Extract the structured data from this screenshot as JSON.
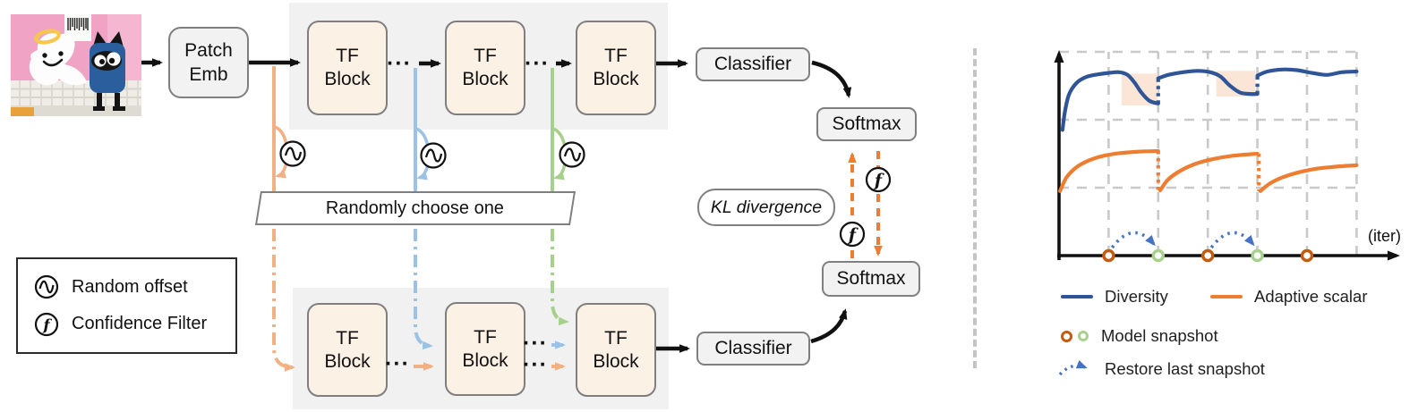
{
  "figure": {
    "left": {
      "patch_emb": {
        "line1": "Patch",
        "line2": "Emb"
      },
      "tf_block": {
        "line1": "TF",
        "line2": "Block"
      },
      "classifier_label": "Classifier",
      "softmax_label": "Softmax",
      "kl_divergence_label": "KL divergence",
      "randomly_choose_label": "Randomly choose one",
      "ellipsis": "···",
      "f_glyph": "f",
      "legend": {
        "random_offset": "Random offset",
        "confidence_filter": "Confidence Filter"
      }
    },
    "right": {
      "iter_label": "(iter)",
      "legend": {
        "diversity": "Diversity",
        "adaptive_scalar": "Adaptive scalar",
        "model_snapshot": "Model snapshot",
        "restore_last_snapshot": "Restore last snapshot"
      }
    }
  },
  "colors": {
    "diversity_blue": "#2F5597",
    "adaptive_orange": "#ED7D31",
    "restore_blue": "#4472C4",
    "snapshot_orange": "#C55A11",
    "snapshot_green": "#A9D18E",
    "offset_orange": "#F3B183",
    "offset_blue": "#9CC3E5",
    "offset_green": "#A8D08D",
    "highlight_peach": "#FBE5D6"
  },
  "chart_data": {
    "type": "line",
    "xlabel": "(iter)",
    "ylabel": "",
    "grid": true,
    "legend_position": "below",
    "xlim": [
      0,
      7
    ],
    "ylim": [
      0,
      3.2
    ],
    "x_gridlines": [
      1,
      2,
      3,
      4,
      5,
      6
    ],
    "y_gridlines": [
      1,
      2,
      3
    ],
    "series": [
      {
        "name": "Diversity",
        "color": "#2F5597",
        "segments": [
          [
            [
              0.07,
              1.85
            ],
            [
              0.12,
              2.12
            ],
            [
              0.2,
              2.37
            ],
            [
              0.35,
              2.54
            ],
            [
              0.55,
              2.63
            ],
            [
              0.8,
              2.67
            ],
            [
              1.0,
              2.69
            ],
            [
              1.22,
              2.7
            ],
            [
              1.38,
              2.66
            ],
            [
              1.52,
              2.55
            ],
            [
              1.66,
              2.4
            ],
            [
              1.82,
              2.28
            ],
            [
              2.0,
              2.24
            ]
          ],
          [
            [
              2.0,
              2.61
            ],
            [
              2.2,
              2.66
            ],
            [
              2.5,
              2.7
            ],
            [
              2.8,
              2.72
            ],
            [
              3.05,
              2.7
            ],
            [
              3.25,
              2.64
            ],
            [
              3.45,
              2.5
            ],
            [
              3.65,
              2.4
            ],
            [
              3.85,
              2.38
            ],
            [
              4.0,
              2.38
            ]
          ],
          [
            [
              4.0,
              2.65
            ],
            [
              4.2,
              2.71
            ],
            [
              4.5,
              2.74
            ],
            [
              4.8,
              2.73
            ],
            [
              5.1,
              2.69
            ],
            [
              5.4,
              2.66
            ],
            [
              5.7,
              2.7
            ],
            [
              6.0,
              2.71
            ]
          ]
        ],
        "resets": [
          {
            "x": 2.0,
            "from": 2.24,
            "to": 2.61
          },
          {
            "x": 4.0,
            "from": 2.38,
            "to": 2.65
          }
        ]
      },
      {
        "name": "Adaptive scalar",
        "color": "#ED7D31",
        "segments": [
          [
            [
              0.02,
              0.95
            ],
            [
              0.15,
              1.15
            ],
            [
              0.35,
              1.3
            ],
            [
              0.6,
              1.4
            ],
            [
              0.9,
              1.47
            ],
            [
              1.25,
              1.51
            ],
            [
              1.6,
              1.53
            ],
            [
              2.0,
              1.54
            ]
          ],
          [
            [
              2.04,
              0.96
            ],
            [
              2.2,
              1.12
            ],
            [
              2.45,
              1.25
            ],
            [
              2.75,
              1.35
            ],
            [
              3.1,
              1.42
            ],
            [
              3.5,
              1.47
            ],
            [
              4.0,
              1.5
            ]
          ],
          [
            [
              4.06,
              0.95
            ],
            [
              4.25,
              1.06
            ],
            [
              4.5,
              1.15
            ],
            [
              4.8,
              1.22
            ],
            [
              5.2,
              1.28
            ],
            [
              5.6,
              1.31
            ],
            [
              6.0,
              1.33
            ]
          ]
        ],
        "resets": [
          {
            "x": 2.0,
            "from": 1.54,
            "to": 0.96
          },
          {
            "x": 4.03,
            "from": 1.5,
            "to": 0.95
          }
        ]
      }
    ],
    "highlight_boxes": [
      {
        "x1": 1.26,
        "y1": 2.21,
        "x2": 1.99,
        "y2": 2.68,
        "color": "#FBE5D6"
      },
      {
        "x1": 3.17,
        "y1": 2.34,
        "x2": 3.96,
        "y2": 2.72,
        "color": "#FBE5D6"
      }
    ],
    "snapshots": [
      {
        "x": 1,
        "color": "#C55A11"
      },
      {
        "x": 2,
        "color": "#A9D18E"
      },
      {
        "x": 3,
        "color": "#C55A11"
      },
      {
        "x": 4,
        "color": "#A9D18E"
      },
      {
        "x": 5,
        "color": "#C55A11"
      }
    ],
    "restore_arcs": [
      {
        "from": 1,
        "to": 2
      },
      {
        "from": 3,
        "to": 4
      }
    ]
  }
}
